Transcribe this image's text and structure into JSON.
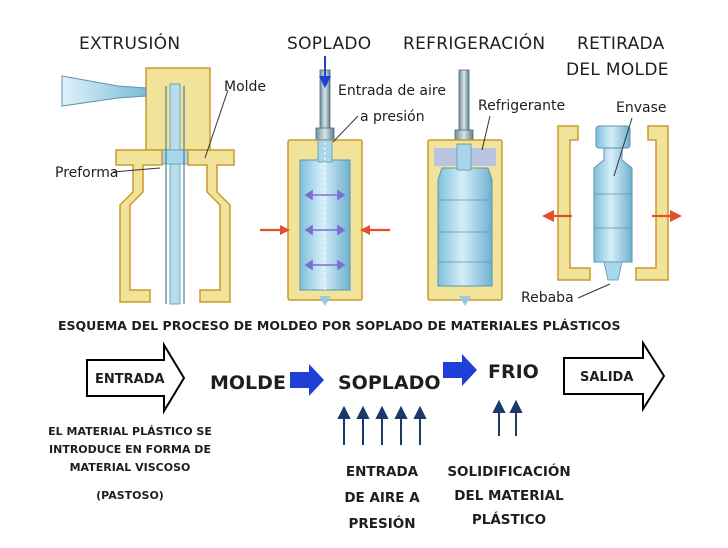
{
  "stages": {
    "extrusion": "EXTRUSIÓN",
    "blowing": "SOPLADO",
    "cooling": "REFRIGERACIÓN",
    "removal_line1": "RETIRADA",
    "removal_line2": "DEL MOLDE"
  },
  "callouts": {
    "mold": "Molde",
    "preform": "Preforma",
    "air_line1": "Entrada de aire",
    "air_line2": "a presión",
    "coolant": "Refrigerante",
    "container": "Envase",
    "flash": "Rebaba"
  },
  "caption": "ESQUEMA DEL PROCESO DE MOLDEO POR SOPLADO DE MATERIALES PLÁSTICOS",
  "flow": {
    "input": "ENTRADA",
    "mold": "MOLDE",
    "blowing": "SOPLADO",
    "cold": "FRIO",
    "output": "SALIDA"
  },
  "notes": {
    "input_line1": "EL MATERIAL PLÁSTICO SE",
    "input_line2": "INTRODUCE EN FORMA DE",
    "input_line3": "MATERIAL VISCOSO",
    "input_line4": "(PASTOSO)",
    "air_line1": "ENTRADA",
    "air_line2": "DE AIRE A",
    "air_line3": "PRESIÓN",
    "solid_line1": "SOLIDIFICACIÓN",
    "solid_line2": "DEL MATERIAL",
    "solid_line3": "PLÁSTICO"
  },
  "colors": {
    "mold_fill": "#f2e39a",
    "mold_stroke": "#c99a2a",
    "plastic": "#a8d6ea",
    "arrow_blue": "#1f3fd6",
    "arrow_red": "#e0502a",
    "coolant": "#b8c4e0"
  }
}
